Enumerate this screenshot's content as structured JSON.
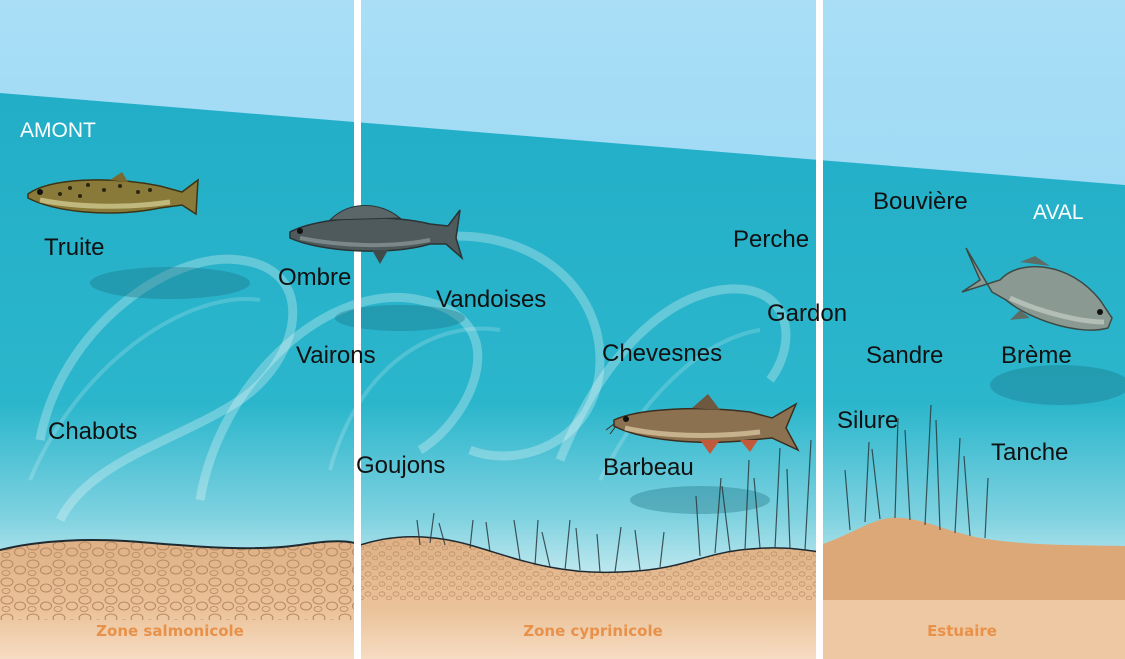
{
  "direction": {
    "upstream": "AMONT",
    "downstream": "AVAL"
  },
  "zones": [
    {
      "label": "Zone salmonicole"
    },
    {
      "label": "Zone cyprinicole"
    },
    {
      "label": "Estuaire"
    }
  ],
  "species": {
    "truite": "Truite",
    "ombre": "Ombre",
    "vairons": "Vairons",
    "chabots": "Chabots",
    "vandoises": "Vandoises",
    "goujons": "Goujons",
    "perche": "Perche",
    "gardon": "Gardon",
    "chevesnes": "Chevesnes",
    "barbeau": "Barbeau",
    "bouviere": "Bouvière",
    "sandre": "Sandre",
    "breme": "Brème",
    "silure": "Silure",
    "tanche": "Tanche"
  },
  "colors": {
    "sky": "#9fd9f4",
    "water_top": "#24b0c8",
    "water_bottom": "#d8f0f4",
    "sediment": "#e6b283",
    "zone_label": "#e8914a"
  }
}
